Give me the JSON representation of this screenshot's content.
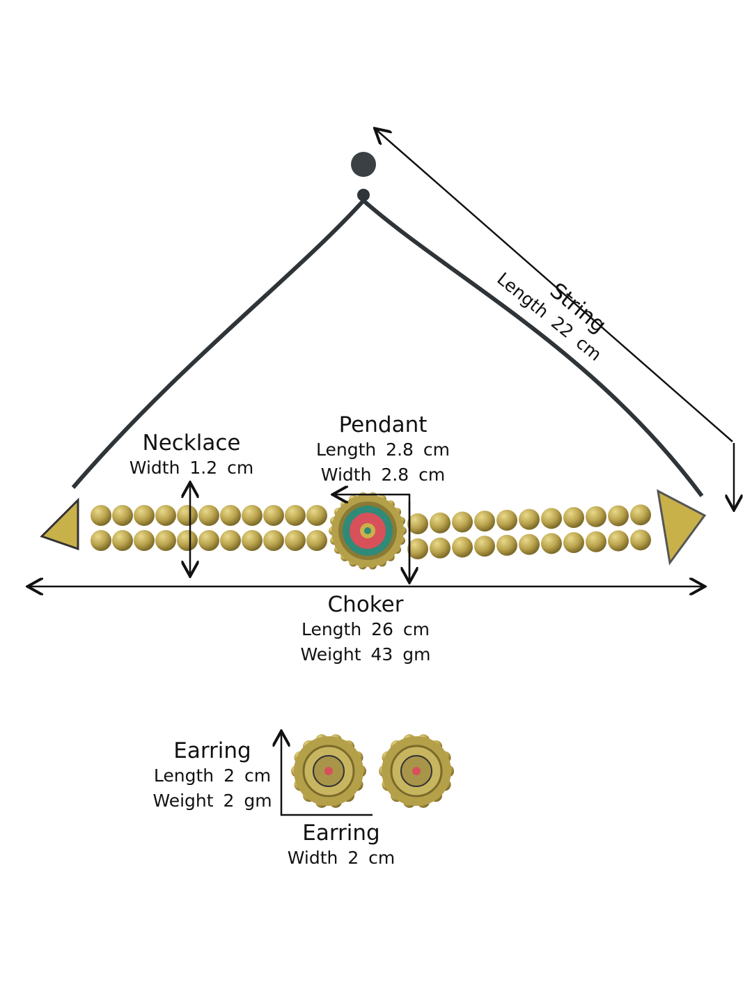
{
  "colors": {
    "gold": "#b5a04a",
    "cord": "#2e3438",
    "enamel_red": "#d8505a",
    "enamel_teal": "#2f8a78",
    "ink": "#111111"
  },
  "string": {
    "title": "String",
    "length": "Length 22 cm"
  },
  "pendant": {
    "title": "Pendant",
    "length": "Length  2.8  cm",
    "width": "Width   2.8  cm"
  },
  "necklace": {
    "title": "Necklace",
    "width": "Width  1.2  cm"
  },
  "choker": {
    "title": "Choker",
    "length": "Length  26  cm",
    "weight": "Weight  43  gm"
  },
  "earring_left": {
    "title": "Earring",
    "length": "Length  2  cm",
    "weight": "Weight  2  gm"
  },
  "earring_bottom": {
    "title": "Earring",
    "width": "Width  2  cm"
  }
}
